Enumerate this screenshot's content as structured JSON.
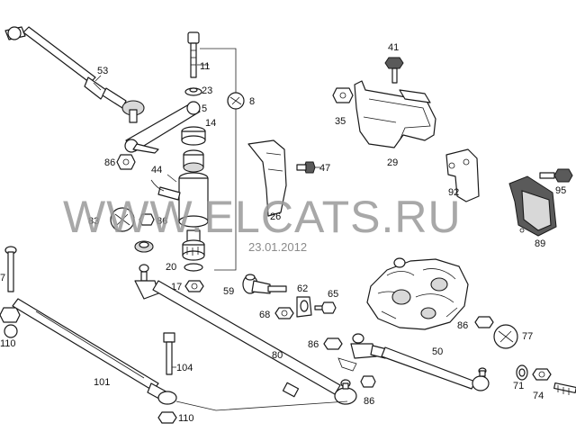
{
  "watermark": {
    "text": "WWW.ELCATS.RU",
    "date": "23.01.2012"
  },
  "callouts": {
    "c53": "53",
    "c11": "11",
    "c23": "23",
    "c8": "8",
    "c5": "5",
    "c14": "14",
    "c86a": "86",
    "c44": "44",
    "c26": "26",
    "c47": "47",
    "c41": "41",
    "c35": "35",
    "c29": "29",
    "c92": "92",
    "c95": "95",
    "c89": "89",
    "c83": "83",
    "c86b": "86",
    "c7": "7",
    "c110a": "110",
    "c20": "20",
    "c17": "17",
    "c59": "59",
    "c62": "62",
    "c65": "65",
    "c68": "68",
    "c80": "80",
    "c86c": "86",
    "c50": "50",
    "c86d": "86",
    "c77": "77",
    "c71": "71",
    "c74": "74",
    "c104": "104",
    "c101": "101",
    "c86e": "86",
    "c110b": "110"
  }
}
